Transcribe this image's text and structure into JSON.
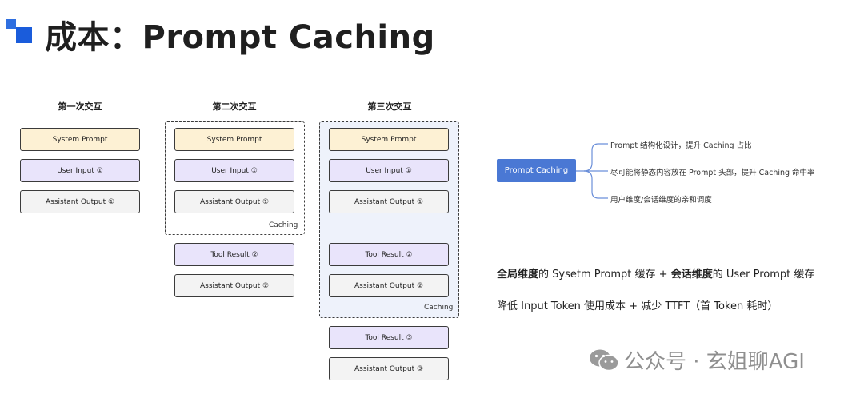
{
  "header": {
    "title": "成本：Prompt Caching"
  },
  "columns": [
    {
      "title": "第一次交互",
      "boxes": [
        "System Prompt",
        "User Input ①",
        "Assistant Output ①"
      ]
    },
    {
      "title": "第二次交互",
      "boxes": [
        "System Prompt",
        "User Input ①",
        "Assistant Output ①",
        "Tool Result ②",
        "Assistant Output ②"
      ],
      "cache_label": "Caching"
    },
    {
      "title": "第三次交互",
      "boxes": [
        "System Prompt",
        "User Input ①",
        "Assistant Output ①",
        "Tool Result ②",
        "Assistant Output ②",
        "Tool Result ③",
        "Assistant Output ③"
      ],
      "cache_label": "Caching"
    }
  ],
  "mindmap": {
    "root": "Prompt Caching",
    "branches": [
      "Prompt 结构化设计，提升 Caching 占比",
      "尽可能将静态内容放在 Prompt 头部，提升 Caching 命中率",
      "用户维度/会话维度的亲和调度"
    ]
  },
  "summary": {
    "line1_bold1": "全局维度",
    "line1_text1": "的 Sysetm Prompt 缓存 + ",
    "line1_bold2": "会话维度",
    "line1_text2": "的 User Prompt 缓存",
    "line2": "降低 Input Token 使用成本 + 减少 TTFT（首 Token 耗时）"
  },
  "watermark": {
    "text": "公众号 · 玄姐聊AGI"
  },
  "colors": {
    "system": "#fdf1d4",
    "user": "#e9e4fb",
    "assistant": "#f3f3f3",
    "accent": "#4a78d4",
    "cache_bg": "#eef2fb"
  }
}
